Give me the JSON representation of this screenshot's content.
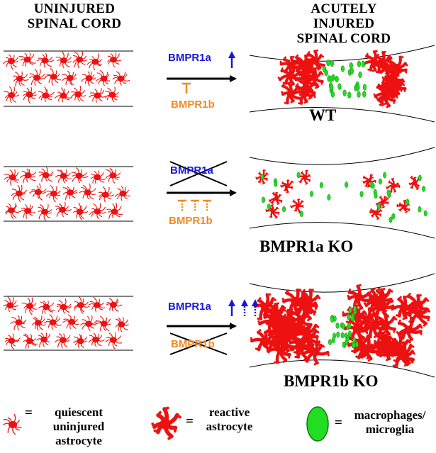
{
  "headers": {
    "left": [
      "UNINJURED",
      "SPINAL CORD"
    ],
    "right": [
      "ACUTELY",
      "INJURED",
      "SPINAL CORD"
    ]
  },
  "rows": [
    {
      "receptor_a": "BMPR1a",
      "receptor_b": "BMPR1b",
      "label": "WT"
    },
    {
      "receptor_a": "BMPR1a",
      "receptor_b": "BMPR1b",
      "label": "BMPR1a KO"
    },
    {
      "receptor_a": "BMPR1a",
      "receptor_b": "BMPR1b",
      "label": "BMPR1b KO"
    }
  ],
  "legend": {
    "quiescent": [
      "quiescent",
      "uninjured",
      "astrocyte"
    ],
    "reactive": [
      "reactive",
      "astrocyte"
    ],
    "macrophage": [
      "macrophages/",
      "microglia"
    ],
    "equals": "="
  },
  "colors": {
    "astrocyte": "#ee1111",
    "macrophage_fill": "#22dd22",
    "macrophage_edge": "#117711",
    "bmpr1a": "#1818d8",
    "bmpr1b": "#f08a24"
  }
}
